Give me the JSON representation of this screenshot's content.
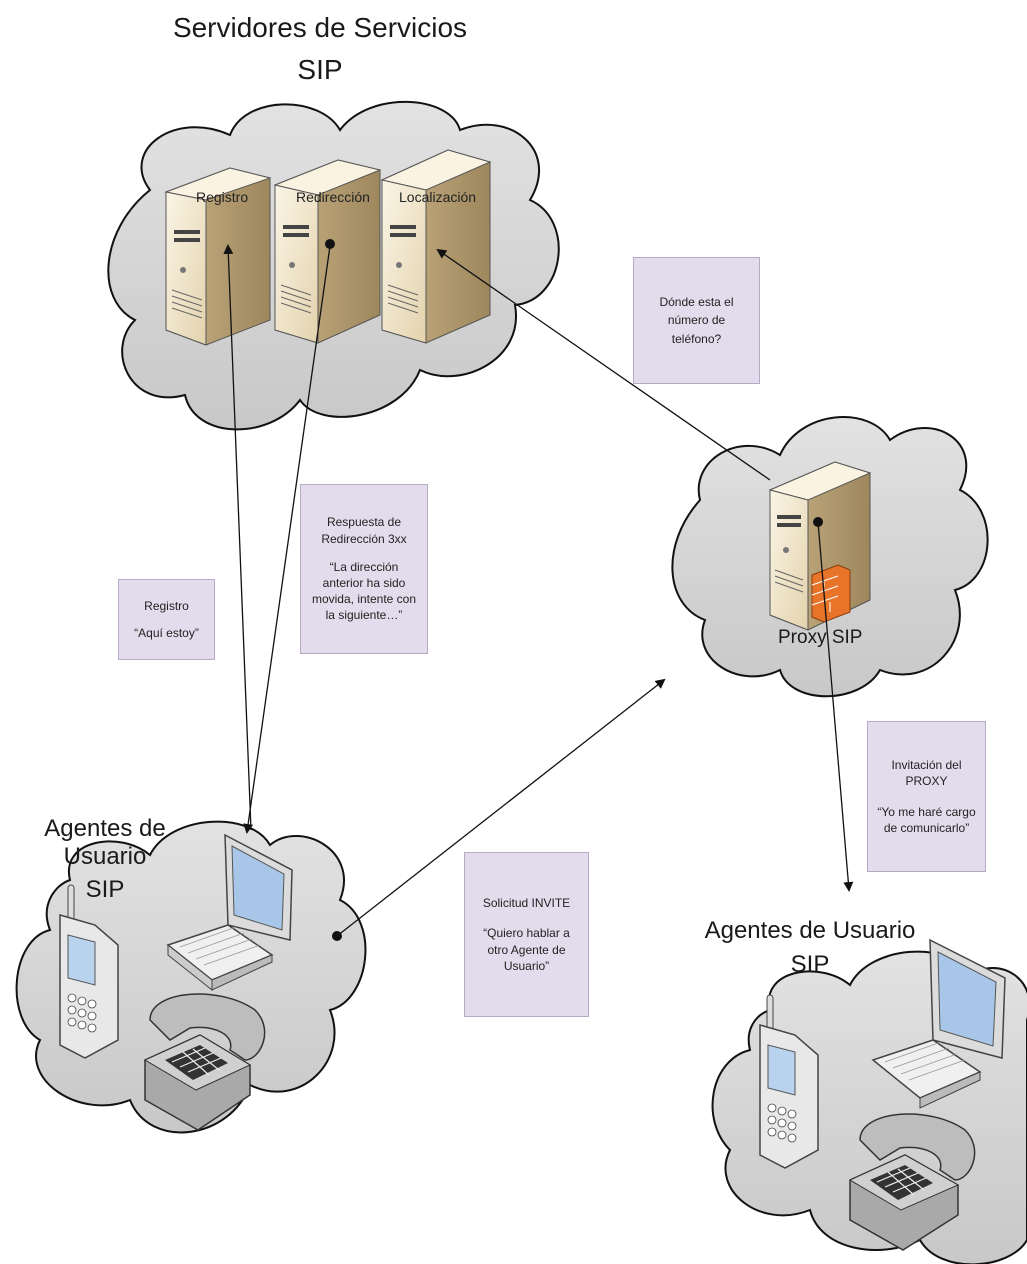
{
  "titles": {
    "servers": "Servidores de Servicios",
    "servers_sub": "SIP",
    "agents_left": "Agentes de Usuario",
    "agents_left_sub": "SIP",
    "agents_right": "Agentes de Usuario",
    "agents_right_sub": "SIP"
  },
  "servers": {
    "registro": "Registro",
    "redireccion": "Redirección",
    "localizacion": "Localización"
  },
  "proxy": {
    "label": "Proxy SIP"
  },
  "notes": {
    "location_query": {
      "line1": "Dónde esta el",
      "line2": "número de",
      "line3": "teléfono?"
    },
    "redirect": {
      "title1": "Respuesta de",
      "title2": "Redirección 3xx",
      "q1": "“La dirección",
      "q2": "anterior ha sido",
      "q3": "movida, intente con",
      "q4": "la siguiente…”"
    },
    "register": {
      "title": "Registro",
      "quote": "“Aquí estoy”"
    },
    "proxy_invite": {
      "title1": "Invitación del",
      "title2": "PROXY",
      "q1": "“Yo me haré cargo",
      "q2": "de comunicarlo”"
    },
    "invite_request": {
      "title": "Solicitud INVITE",
      "q1": "“Quiero hablar a",
      "q2": "otro Agente de",
      "q3": "Usuario”"
    }
  },
  "colors": {
    "cloud_fill": "#d4d4d4",
    "cloud_stroke": "#111111",
    "server_face": "#f2e9d2",
    "server_side": "#b9a27a",
    "note_fill": "#e3dcec",
    "arrow": "#111111"
  }
}
